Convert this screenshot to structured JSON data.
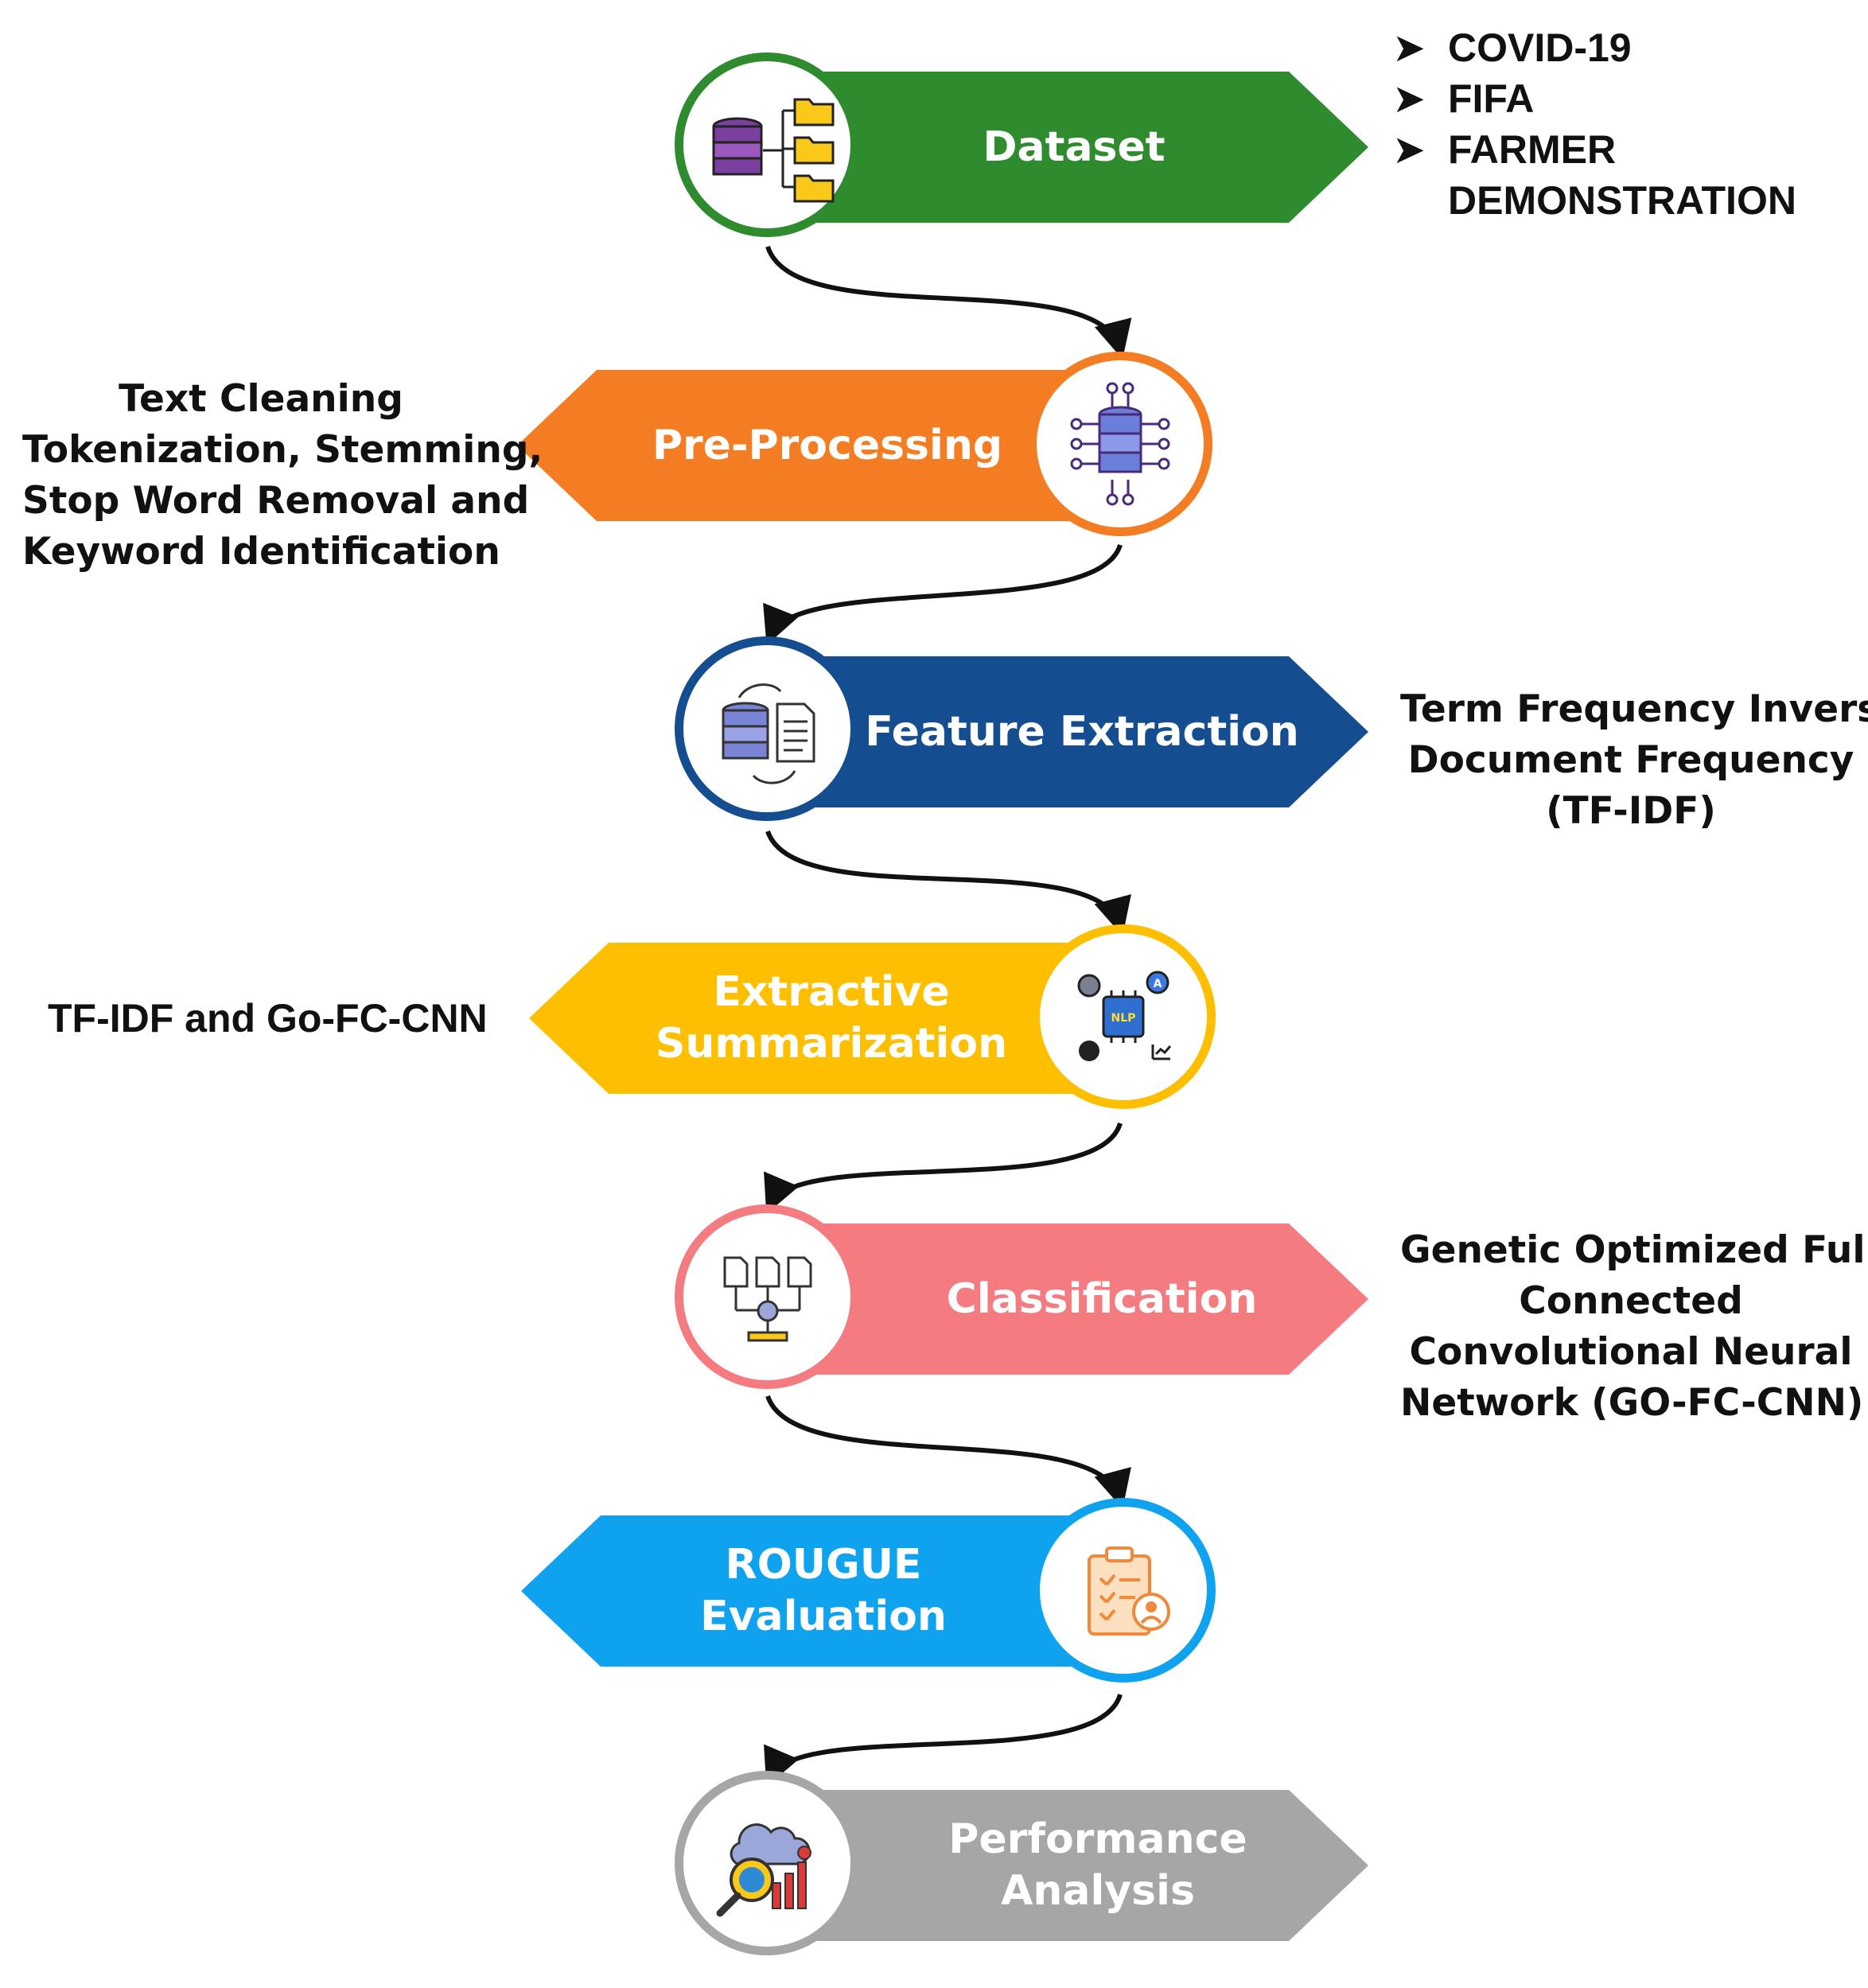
{
  "steps": [
    {
      "label_lines": [
        "Dataset"
      ],
      "color": "#2e8b2e",
      "icon": "database-folders-icon",
      "side": "right"
    },
    {
      "label_lines": [
        "Pre-Processing"
      ],
      "color": "#f47c22",
      "icon": "database-network-icon",
      "side": "left"
    },
    {
      "label_lines": [
        "Feature Extraction"
      ],
      "color": "#154d91",
      "icon": "database-document-sync-icon",
      "side": "right"
    },
    {
      "label_lines": [
        "Extractive",
        "Summarization"
      ],
      "color": "#fdbf00",
      "icon": "nlp-chip-icon",
      "side": "left"
    },
    {
      "label_lines": [
        "Classification"
      ],
      "color": "#f47c80",
      "icon": "documents-merge-icon",
      "side": "right"
    },
    {
      "label_lines": [
        "ROUGUE",
        "Evaluation"
      ],
      "color": "#0fa3ef",
      "icon": "clipboard-user-icon",
      "side": "left"
    },
    {
      "label_lines": [
        "Performance Analysis"
      ],
      "color": "#a6a6a6",
      "icon": "analytics-magnifier-icon",
      "side": "right"
    }
  ],
  "datasets": {
    "items": [
      "COVID-19",
      "FIFA",
      "FARMER"
    ],
    "continuation": "DEMONSTRATION"
  },
  "annotations": {
    "preprocessing": [
      "Text Cleaning",
      "Tokenization, Stemming,",
      "Stop Word Removal and",
      "Keyword Identification"
    ],
    "feature_extraction": [
      "Term Frequency Inverse",
      "Document Frequency",
      "(TF-IDF)"
    ],
    "summarization": [
      "TF-IDF and Go-FC-CNN"
    ],
    "classification": [
      "Genetic Optimized Fully",
      "Connected",
      "Convolutional Neural",
      "Network (GO-FC-CNN)"
    ]
  },
  "colors": {
    "connector": "#111111",
    "text": "#111111"
  }
}
